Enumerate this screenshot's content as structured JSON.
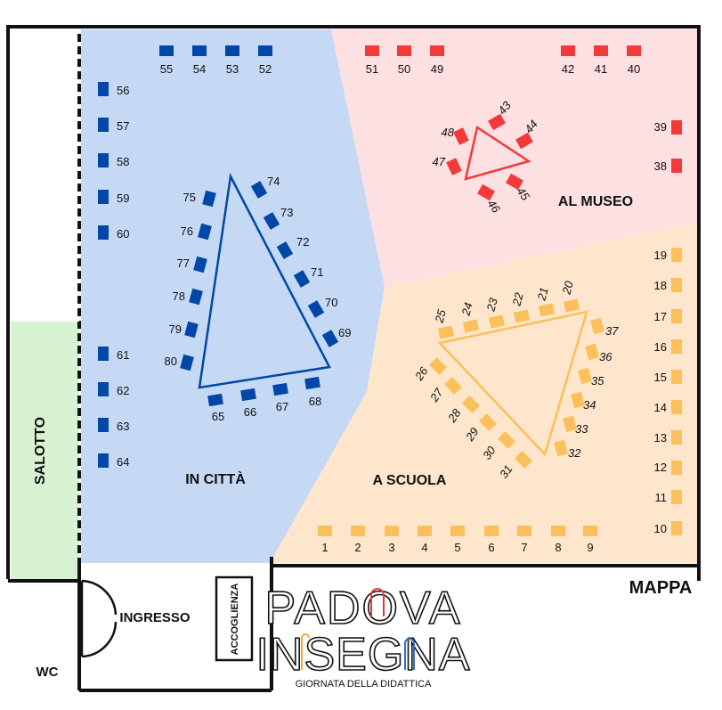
{
  "title": "MAPPA",
  "zones": {
    "citta": "IN CITTÀ",
    "museo": "AL MUSEO",
    "scuola": "A SCUOLA",
    "salotto": "SALOTTO"
  },
  "rooms": {
    "ingresso": "INGRESSO",
    "accoglienza": "ACCOGLIENZA",
    "wc": "WC"
  },
  "logo": {
    "line1": "PADOVA",
    "line2": "INSEGNA",
    "tagline": "GIORNATA DELLA DIDATTICA"
  },
  "colors": {
    "citta": "#c5d9f5",
    "museo": "#fde0e1",
    "scuola": "#fde6cc",
    "salotto": "#d7f3d2",
    "blue": "#0047a8",
    "red": "#f23a3a",
    "orange": "#fbbf5c"
  },
  "tables": {
    "citta": [
      "52",
      "53",
      "54",
      "55",
      "56",
      "57",
      "58",
      "59",
      "60",
      "61",
      "62",
      "63",
      "64",
      "65",
      "66",
      "67",
      "68",
      "69",
      "70",
      "71",
      "72",
      "73",
      "74",
      "75",
      "76",
      "77",
      "78",
      "79",
      "80"
    ],
    "museo": [
      "38",
      "39",
      "40",
      "41",
      "42",
      "43",
      "44",
      "45",
      "46",
      "47",
      "48",
      "49",
      "50",
      "51"
    ],
    "scuola": [
      "1",
      "2",
      "3",
      "4",
      "5",
      "6",
      "7",
      "8",
      "9",
      "10",
      "11",
      "12",
      "13",
      "14",
      "15",
      "16",
      "17",
      "18",
      "19",
      "20",
      "21",
      "22",
      "23",
      "24",
      "25",
      "26",
      "27",
      "28",
      "29",
      "30",
      "31",
      "32",
      "33",
      "34",
      "35",
      "36",
      "37"
    ]
  }
}
